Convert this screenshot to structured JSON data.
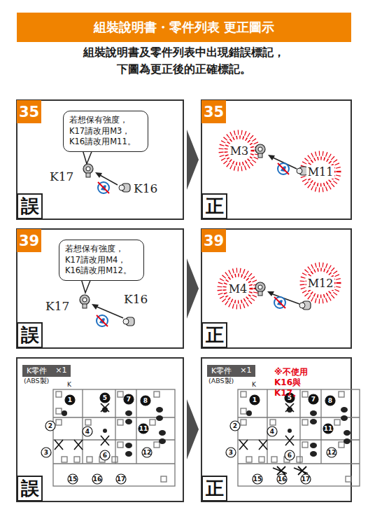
{
  "diagram": {
    "title": "組裝說明書・零件列表 更正圖示",
    "nodes": [
      {
        "text": [
          "35"
        ]
      },
      {
        "text": [
          "若想保有強度， K17請改用M3， K16請改用M11。"
        ]
      },
      {
        "text": [
          "誤"
        ]
      },
      {
        "text": [
          "35"
        ]
      },
      {
        "text": [
          "M3"
        ]
      },
      {
        "text": [
          "M11"
        ]
      },
      {
        "text": [
          "正"
        ]
      },
      {
        "text": [
          "39"
        ]
      },
      {
        "text": [
          "若想保有強度， K17請改用M4， K16請改用M12。"
        ]
      },
      {
        "text": [
          "誤"
        ]
      },
      {
        "text": [
          "39"
        ]
      },
      {
        "text": [
          "M4"
        ]
      },
      {
        "text": [
          "M12"
        ]
      },
      {
        "text": [
          "正"
        ]
      },
      {
        "text": [
          "K零件",
          "×1"
        ]
      },
      {
        "text": [
          "誤"
        ]
      },
      {
        "text": [
          "K零件",
          "×1"
        ]
      },
      {
        "text": [
          "正"
        ]
      }
    ],
    "labels": [
      "組裝說明書及零件列表中出現錯誤標記，",
      "下圖為更正後的正確標記。",
      "K17",
      "K16",
      "K17",
      "K16",
      "(ABS製)",
      "K",
      "1",
      "2",
      "3",
      "4",
      "5",
      "6",
      "7",
      "8",
      "11",
      "12",
      "15",
      "16",
      "17",
      "(ABS製)",
      "K",
      "1",
      "2",
      "3",
      "4",
      "5",
      "6",
      "7",
      "8",
      "11",
      "12",
      "15",
      "16",
      "17",
      "※不使用 K16與K17。"
    ]
  }
}
